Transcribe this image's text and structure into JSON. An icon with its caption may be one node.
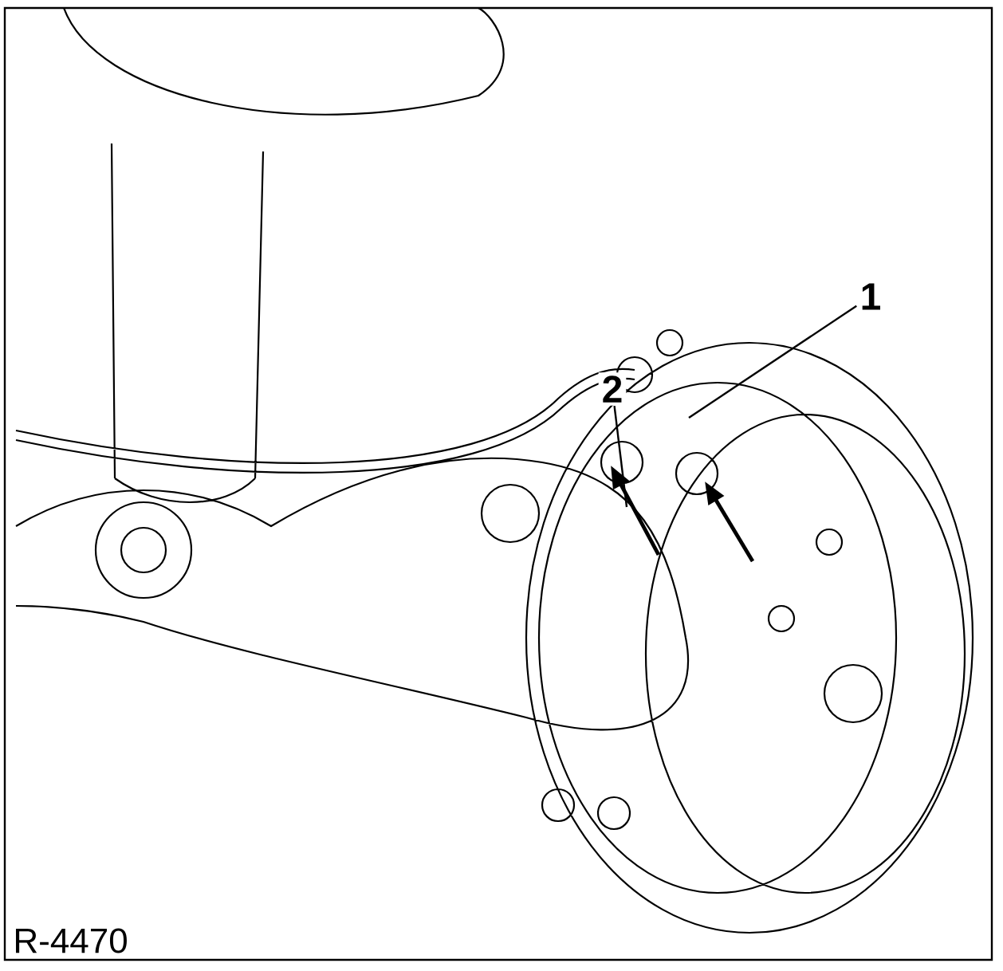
{
  "diagram": {
    "nodes": [
      {
        "text": [
          "1"
        ]
      },
      {
        "text": [
          "2"
        ]
      }
    ],
    "edges": [
      {
        "from": 0,
        "to": null,
        "arrow": "none"
      },
      {
        "from": 1,
        "to": null,
        "arrow": "none"
      }
    ],
    "labels": [
      "R-4470"
    ]
  }
}
